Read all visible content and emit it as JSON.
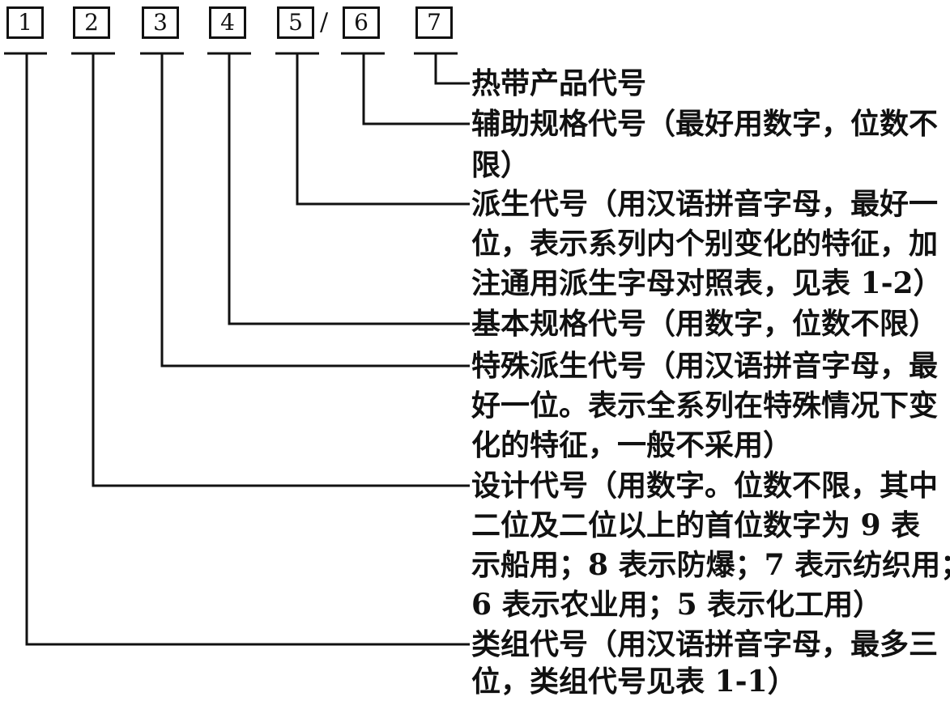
{
  "boxes": [
    "1",
    "2",
    "3",
    "4",
    "5",
    "6",
    "7"
  ],
  "separator": "/",
  "descriptions": [
    {
      "lines": [
        "热带产品代号"
      ]
    },
    {
      "lines": [
        "辅助规格代号（最好用数字，位数不",
        "限）"
      ]
    },
    {
      "lines": [
        "派生代号（用汉语拼音字母，最好一",
        "位，表示系列内个别变化的特征，加",
        "注通用派生字母对照表，见表 1-2）"
      ]
    },
    {
      "lines": [
        "基本规格代号（用数字，位数不限）"
      ]
    },
    {
      "lines": [
        "特殊派生代号（用汉语拼音字母，最",
        "好一位。表示全系列在特殊情况下变",
        "化的特征，一般不采用）"
      ]
    },
    {
      "lines": [
        "设计代号（用数字。位数不限，其中",
        "二位及二位以上的首位数字为 9 表",
        "示船用；8 表示防爆；7 表示纺织用；",
        "6 表示农业用；5 表示化工用）"
      ]
    },
    {
      "lines": [
        "类组代号（用汉语拼音字母，最多三",
        "位，类组代号见表 1-1）"
      ]
    }
  ]
}
